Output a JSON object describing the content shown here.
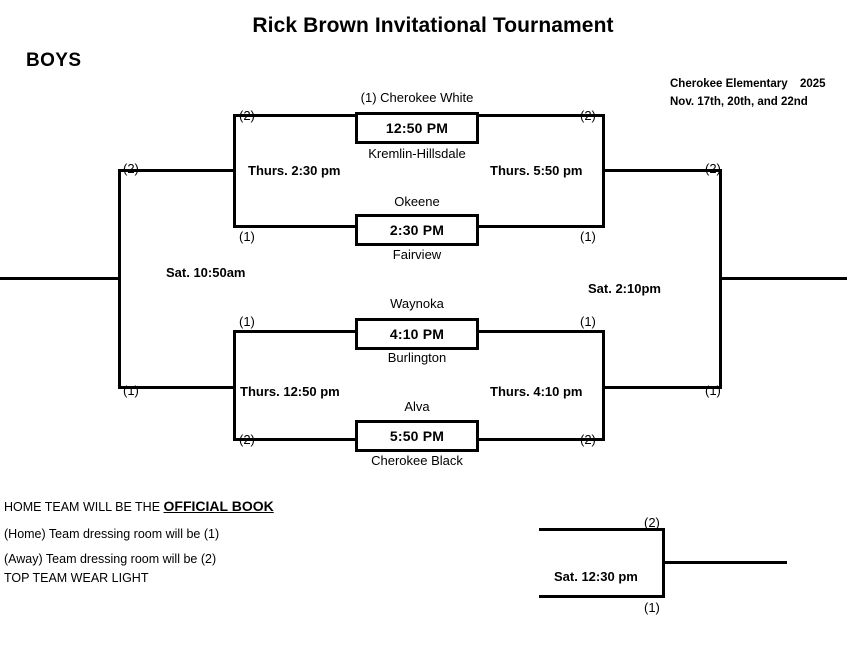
{
  "header": {
    "title": "Rick Brown Invitational Tournament",
    "division": "BOYS",
    "school": "Cherokee Elementary",
    "year": "2025",
    "dates": "Nov. 17th, 20th, and 22nd"
  },
  "games": [
    {
      "id": "game-1",
      "top_team": "(1) Cherokee White",
      "time": "12:50 PM",
      "bottom_team": "Kremlin-Hillsdale"
    },
    {
      "id": "game-2",
      "top_team": "Okeene",
      "time": "2:30 PM",
      "bottom_team": "Fairview"
    },
    {
      "id": "game-3",
      "top_team": "Waynoka",
      "time": "4:10 PM",
      "bottom_team": "Burlington"
    },
    {
      "id": "game-4",
      "top_team": "Alva",
      "time": "5:50 PM",
      "bottom_team": "Cherokee Black"
    }
  ],
  "rounds": {
    "left_upper": "Thurs. 2:30 pm",
    "right_upper": "Thurs. 5:50 pm",
    "left_lower": "Thurs. 12:50 pm",
    "right_lower": "Thurs. 4:10 pm",
    "left_semi": "Sat. 10:50am",
    "right_semi": "Sat. 2:10pm",
    "championship": "Sat. 12:30 pm"
  },
  "seeds": {
    "lu_top": "(2)",
    "lu_bottom": "(1)",
    "ru_top": "(2)",
    "ru_bottom": "(1)",
    "ll_top": "(1)",
    "ll_bottom": "(2)",
    "rl_top": "(1)",
    "rl_bottom": "(2)",
    "ls_top": "(2)",
    "ls_bottom": "(1)",
    "rs_top": "(2)",
    "rs_bottom": "(1)",
    "champ_top": "(2)",
    "champ_bottom": "(1)"
  },
  "footer": {
    "rule_prefix": "HOME TEAM WILL BE THE ",
    "rule_emphasis": "OFFICIAL BOOK",
    "line1": "(Home) Team dressing room will be (1)",
    "line2": "(Away) Team dressing room will be (2)",
    "line3": "TOP TEAM WEAR LIGHT"
  },
  "colors": {
    "ink": "#000000",
    "paper": "#ffffff"
  }
}
